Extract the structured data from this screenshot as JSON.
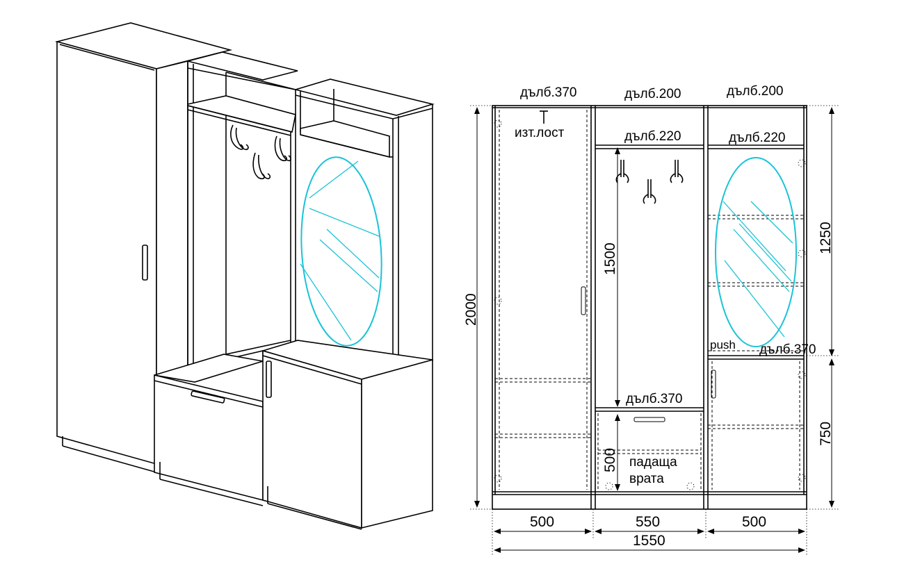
{
  "labels": {
    "depth_left": "дълб.370",
    "depth_mid_top": "дълб.200",
    "depth_right_top": "дълб.200",
    "depth_mid_shelf": "дълб.220",
    "depth_right_shelf": "дълб.220",
    "rod": "изт.лост",
    "push": "push",
    "depth_right_base": "дълб.370",
    "depth_mid_base": "дълб.370",
    "flap_line1": "падаща",
    "flap_line2": "врата"
  },
  "dimensions": {
    "total_height": "2000",
    "mid_height": "1500",
    "upper_right_height": "1250",
    "lower_right_height": "750",
    "drawer_height": "500",
    "width_left": "500",
    "width_mid": "550",
    "width_right": "500",
    "total_width": "1550"
  },
  "colors": {
    "mirror": "#19c3d6",
    "lines": "#000000"
  }
}
